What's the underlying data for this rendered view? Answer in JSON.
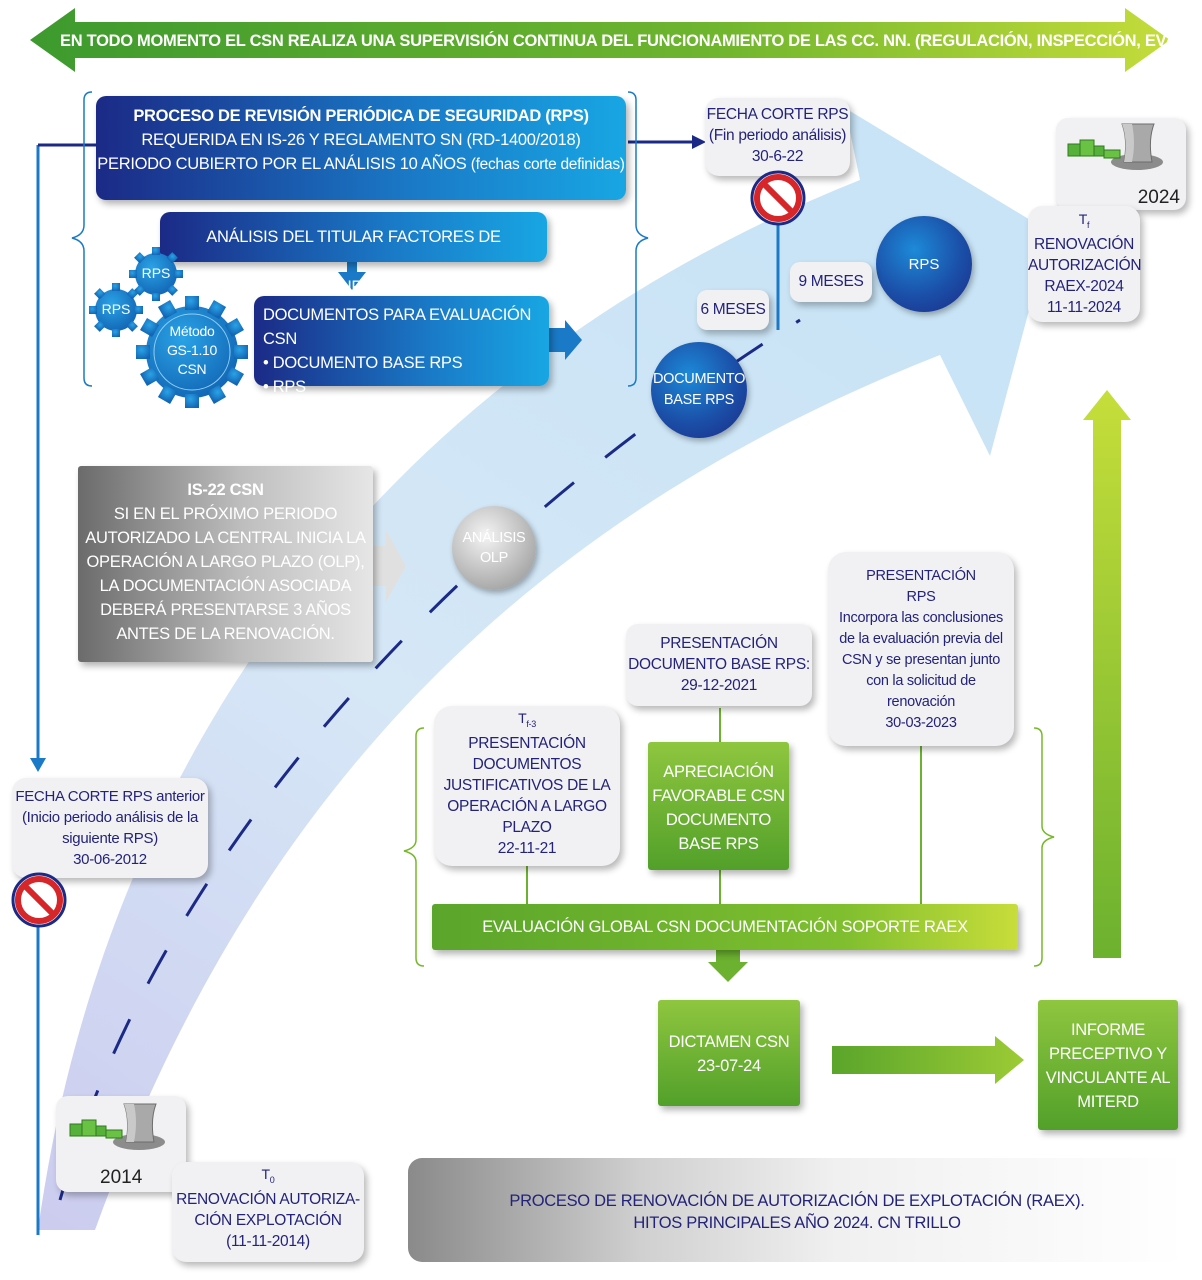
{
  "banner": "EN TODO MOMENTO EL CSN REALIZA UNA SUPERVISIÓN CONTINUA DEL FUNCIONAMIENTO DE LAS CC. NN. (REGULACIÓN, INSPECCIÓN, EVALUACIÓN)",
  "rps_process": {
    "title": "PROCESO DE REVISIÓN PERIÓDICA DE SEGURIDAD (RPS)",
    "line2": "REQUERIDA EN IS-26 Y REGLAMENTO SN (RD-1400/2018)",
    "line3_main": "PERIODO CUBIERTO POR EL ANÁLISIS 10 AÑOS",
    "line3_paren": "(fechas corte definidas)"
  },
  "analisis_titular": "ANÁLISIS DEL TITULAR FACTORES DE SEGURIDAD",
  "gears": {
    "small1": "RPS",
    "small2": "RPS",
    "big_l1": "Método",
    "big_l2": "GS-1.10",
    "big_l3": "CSN"
  },
  "documentos": {
    "title": "DOCUMENTOS PARA EVALUACIÓN CSN",
    "item1": "• DOCUMENTO BASE RPS",
    "item2": "• RPS"
  },
  "fecha_corte": {
    "title": "FECHA CORTE RPS",
    "sub": "(Fin periodo análisis)",
    "date": "30-6-22"
  },
  "renovacion_2024": {
    "year": "2024",
    "t": "T",
    "tsub": "f",
    "l1": "RENOVACIÓN",
    "l2": "AUTORIZACIÓN",
    "l3": "RAEX-2024",
    "l4": "11-11-2024"
  },
  "rps_circle": "RPS",
  "nueve_meses": "9 MESES",
  "seis_meses": "6 MESES",
  "doc_base_circle": {
    "l1": "DOCUMENTO",
    "l2": "BASE RPS"
  },
  "is22": {
    "title": "IS-22 CSN",
    "l1": "SI EN EL PRÓXIMO PERIODO",
    "l2": "AUTORIZADO LA CENTRAL INICIA LA",
    "l3": "OPERACIÓN A LARGO PLAZO (OLP),",
    "l4": "LA DOCUMENTACIÓN ASOCIADA",
    "l5": "DEBERÁ PRESENTARSE 3 AÑOS",
    "l6": "ANTES DE LA RENOVACIÓN."
  },
  "analisis_olp": {
    "l1": "ANÁLISIS",
    "l2": "OLP"
  },
  "presentacion_rps": {
    "l1": "PRESENTACIÓN",
    "l2": "RPS",
    "l3": "Incorpora las conclusiones",
    "l4": "de la evaluación previa del",
    "l5": "CSN y se presentan junto",
    "l6": "con la solicitud de",
    "l7": "renovación",
    "l8": "30-03-2023"
  },
  "presentacion_doc_base": {
    "l1": "PRESENTACIÓN",
    "l2": "DOCUMENTO BASE RPS:",
    "l3": "29-12-2021"
  },
  "presentacion_olp": {
    "t": "T",
    "tsub": "f-3",
    "l1": "PRESENTACIÓN",
    "l2": "DOCUMENTOS",
    "l3": "JUSTIFICATIVOS DE LA",
    "l4": "OPERACIÓN A LARGO",
    "l5": "PLAZO",
    "l6": "22-11-21"
  },
  "apreciacion": {
    "l1": "APRECIACIÓN",
    "l2": "FAVORABLE CSN",
    "l3": "DOCUMENTO",
    "l4": "BASE RPS"
  },
  "fecha_corte_anterior": {
    "l1a": "FECHA CORTE RPS",
    "l1b": "anterior",
    "l2": "(Inicio periodo análisis de la",
    "l3": "siguiente RPS)",
    "l4": "30-06-2012"
  },
  "evaluacion_global": "EVALUACIÓN GLOBAL CSN DOCUMENTACIÓN SOPORTE RAEX",
  "dictamen": {
    "l1": "DICTAMEN CSN",
    "l2": "23-07-24"
  },
  "informe": {
    "l1": "INFORME",
    "l2": "PRECEPTIVO Y",
    "l3": "VINCULANTE AL",
    "l4": "MITERD"
  },
  "renovacion_2014": {
    "year": "2014",
    "t": "T",
    "tsub": "0",
    "l1": "RENOVACIÓN AUTORIZA-",
    "l2": "CIÓN EXPLOTACIÓN",
    "l3": "(11-11-2014)"
  },
  "footer": {
    "l1": "PROCESO DE RENOVACIÓN DE AUTORIZACIÓN DE EXPLOTACIÓN (RAEX).",
    "l2": "HITOS PRINCIPALES AÑO 2024. CN TRILLO"
  },
  "colors": {
    "navy": "#23237a",
    "blue": "#1a7ac7",
    "green": "#52a02a",
    "lime": "#b7d432"
  }
}
